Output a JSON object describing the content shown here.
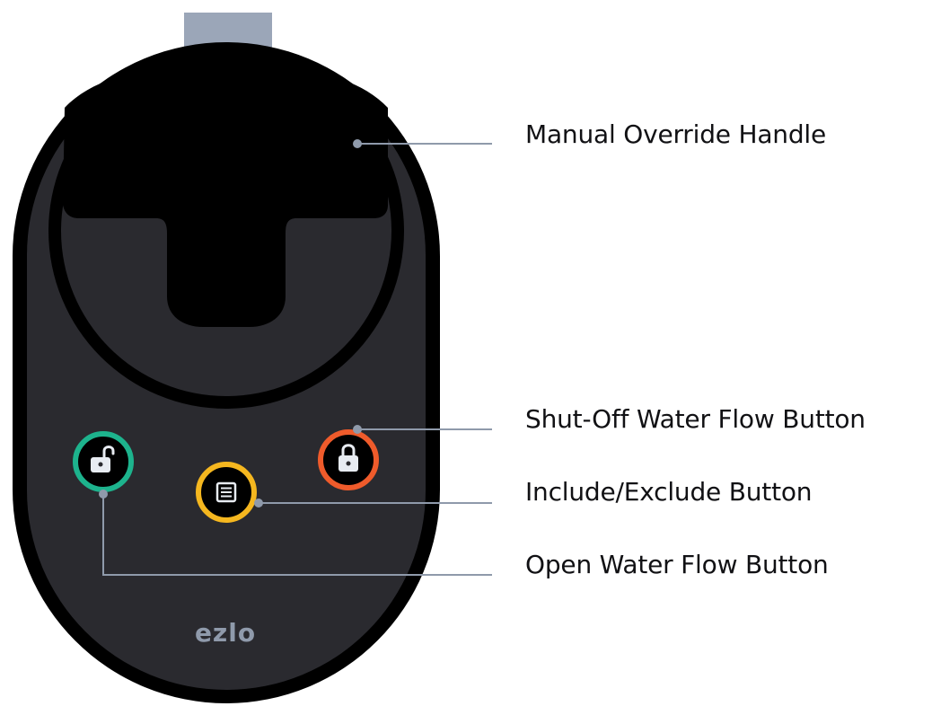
{
  "callouts": {
    "manual_override_handle": "Manual Override Handle",
    "shut_off_button": "Shut-Off Water Flow Button",
    "include_exclude_button": "Include/Exclude Button",
    "open_button": "Open Water Flow Button"
  },
  "device": {
    "brand": "ezlo",
    "colors": {
      "body": "#2a2a2f",
      "handle": "#000000",
      "pipe": "#9ba6b8",
      "leader": "#8f9aab",
      "brand_text": "#8f9aab"
    },
    "buttons": [
      {
        "name": "open-water-flow-button",
        "ring_color": "#1db38d",
        "icon": "unlock-icon"
      },
      {
        "name": "include-exclude-button",
        "ring_color": "#f5b71f",
        "icon": "list-icon"
      },
      {
        "name": "shut-off-water-flow-button",
        "ring_color": "#ef5b2b",
        "icon": "lock-icon"
      }
    ]
  }
}
